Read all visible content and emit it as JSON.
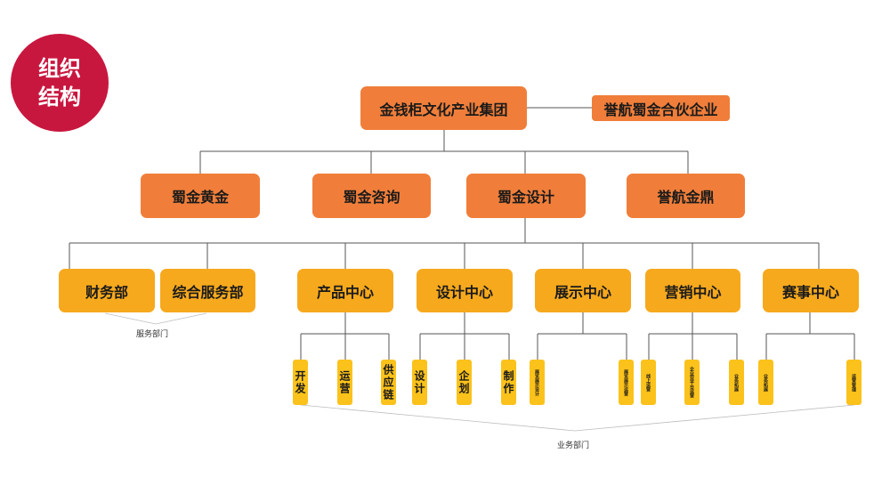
{
  "badge": {
    "text": "组织结构"
  },
  "group": {
    "name": "金钱柜文化产业集团",
    "partner": "誉航蜀金合伙企业"
  },
  "subsidiaries": [
    "蜀金黄金",
    "蜀金咨询",
    "蜀金设计",
    "誉航金鼎"
  ],
  "departments": [
    "财务部",
    "综合服务部",
    "产品中心",
    "设计中心",
    "展示中心",
    "营销中心",
    "赛事中心"
  ],
  "teams": {
    "product": [
      "开发",
      "运营",
      "供应链"
    ],
    "design": [
      "设计",
      "企划",
      "制作"
    ],
    "display": [
      "展览展示设计",
      "展览展示运营"
    ],
    "marketing": [
      "线上运营",
      "企业双平台运营",
      "业务拓展"
    ],
    "events": [
      "业务拓展",
      "运营管理"
    ]
  },
  "captions": {
    "service": "服务部门",
    "business": "业务部门"
  },
  "colors": {
    "badge": "#c8173f",
    "level1": "#f07e3a",
    "level2": "#f7a91d",
    "level3": "#fbc21b",
    "line": "#555555"
  }
}
